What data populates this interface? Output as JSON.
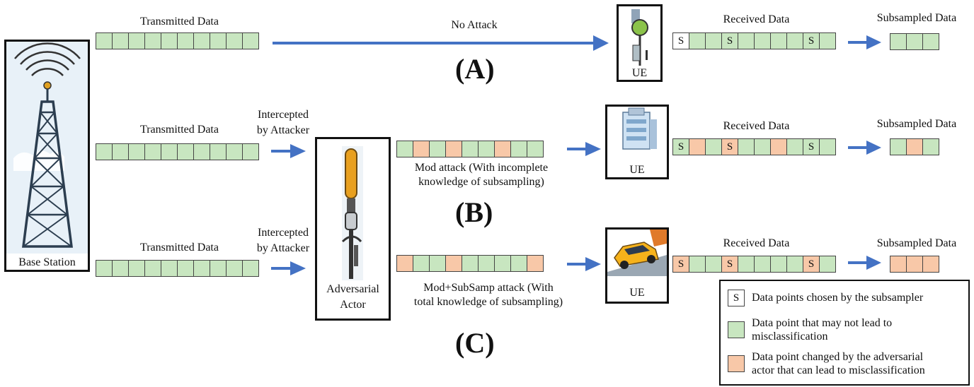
{
  "colors": {
    "arrow": "#4472c4",
    "green": "#c8e6c0",
    "orange": "#f8c8a8"
  },
  "base_station": {
    "label": "Base Station",
    "icon": "radio-tower-icon"
  },
  "adversary": {
    "label_line1": "Adversarial",
    "label_line2": "Actor",
    "icon": "antenna-icon"
  },
  "ue_label": "UE",
  "subsampler_mark": "S",
  "row_a": {
    "tag": "(A)",
    "transmitted_label": "Transmitted Data",
    "arrow_label": "No Attack",
    "received_label": "Received Data",
    "subsampled_label": "Subsampled Data"
  },
  "row_b": {
    "tag": "(B)",
    "transmitted_label": "Transmitted Data",
    "intercept_line1": "Intercepted",
    "intercept_line2": "by Attacker",
    "attack_line1": "Mod attack (With incomplete",
    "attack_line2": "knowledge of subsampling)",
    "received_label": "Received Data",
    "subsampled_label": "Subsampled Data"
  },
  "row_c": {
    "tag": "(C)",
    "transmitted_label": "Transmitted Data",
    "intercept_line1": "Intercepted",
    "intercept_line2": "by Attacker",
    "attack_line1": "Mod+SubSamp attack (With",
    "attack_line2": "total knowledge of subsampling)",
    "received_label": "Received Data",
    "subsampled_label": "Subsampled Data"
  },
  "legend": {
    "s_text": "Data points chosen by the subsampler",
    "green_line1": "Data point that may not lead to",
    "green_line2": "misclassification",
    "orange_line1": "Data point changed by the adversarial",
    "orange_line2": "actor that can lead to misclassification"
  }
}
